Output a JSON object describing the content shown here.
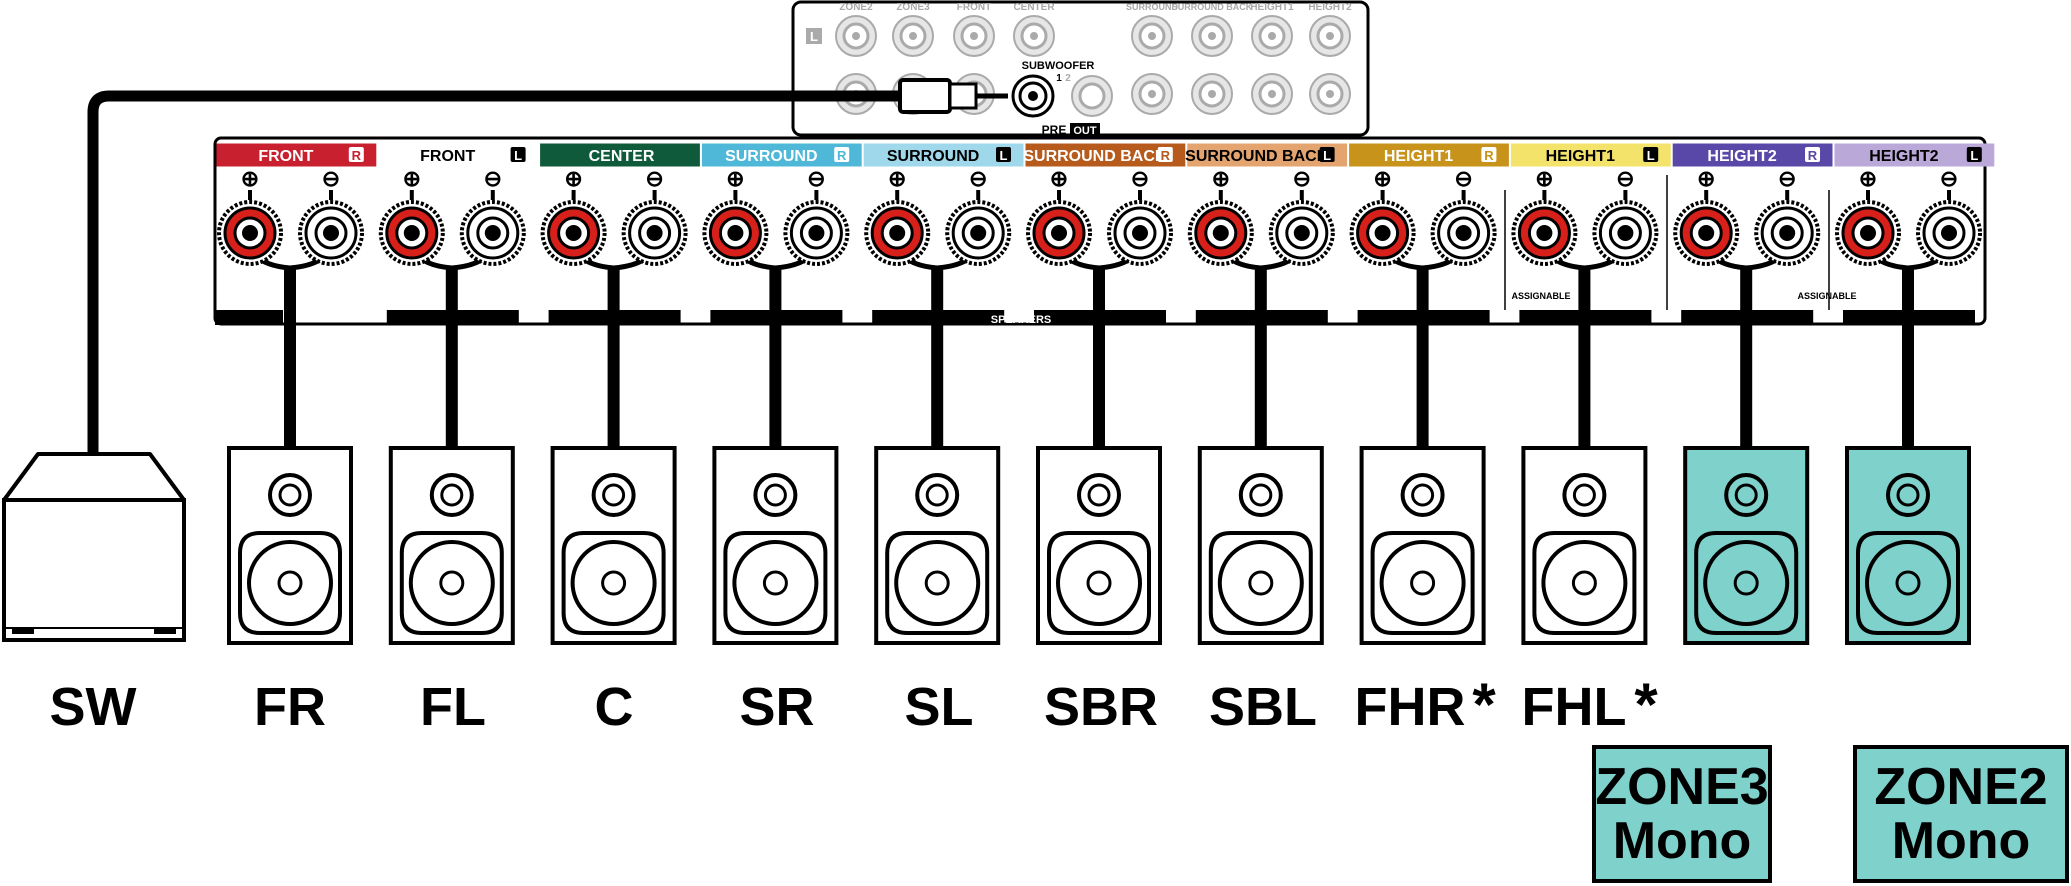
{
  "colors": {
    "zone_speaker_fill": "#7fd1cc",
    "terminal_positive": "#d8201b",
    "terminal_negative": "#ffffff"
  },
  "pre_out": {
    "top_labels": [
      "ZONE2",
      "ZONE3",
      "FRONT",
      "CENTER",
      "SURROUND",
      "SURROUND BACK",
      "HEIGHT1",
      "HEIGHT2"
    ],
    "left_channel_mark": "L",
    "subwoofer_label": "SUBWOOFER",
    "subwoofer_ports": [
      "1",
      "2"
    ],
    "section_label_pre": "PRE",
    "section_label_out": "OUT"
  },
  "terminals": {
    "section_label": "SPEAKERS",
    "assignable_label": "ASSIGNABLE",
    "positive_symbol": "⊕",
    "negative_symbol": "⊖",
    "channels": [
      {
        "label": "FRONT",
        "side": "R",
        "color": "#c8202f",
        "text_color": "#ffffff"
      },
      {
        "label": "FRONT",
        "side": "L",
        "color": "#ffffff",
        "text_color": "#000000"
      },
      {
        "label": "CENTER",
        "side": "",
        "color": "#0f5a3a",
        "text_color": "#ffffff"
      },
      {
        "label": "SURROUND",
        "side": "R",
        "color": "#4fb8d8",
        "text_color": "#ffffff"
      },
      {
        "label": "SURROUND",
        "side": "L",
        "color": "#9fd8ea",
        "text_color": "#000000"
      },
      {
        "label": "SURROUND BACK",
        "side": "R",
        "color": "#b65b1c",
        "text_color": "#ffffff"
      },
      {
        "label": "SURROUND BACK",
        "side": "L",
        "color": "#e3a46f",
        "text_color": "#000000"
      },
      {
        "label": "HEIGHT1",
        "side": "R",
        "color": "#c8931b",
        "text_color": "#ffffff"
      },
      {
        "label": "HEIGHT1",
        "side": "L",
        "color": "#f4e36a",
        "text_color": "#000000"
      },
      {
        "label": "HEIGHT2",
        "side": "R",
        "color": "#5a48a8",
        "text_color": "#ffffff"
      },
      {
        "label": "HEIGHT2",
        "side": "L",
        "color": "#b9a8d8",
        "text_color": "#000000"
      }
    ]
  },
  "speakers": [
    {
      "name": "SW",
      "asterisk": false,
      "zone": false
    },
    {
      "name": "FR",
      "asterisk": false,
      "zone": false
    },
    {
      "name": "FL",
      "asterisk": false,
      "zone": false
    },
    {
      "name": "C",
      "asterisk": false,
      "zone": false
    },
    {
      "name": "SR",
      "asterisk": false,
      "zone": false
    },
    {
      "name": "SL",
      "asterisk": false,
      "zone": false
    },
    {
      "name": "SBR",
      "asterisk": false,
      "zone": false
    },
    {
      "name": "SBL",
      "asterisk": false,
      "zone": false
    },
    {
      "name": "FHR",
      "asterisk": true,
      "zone": false
    },
    {
      "name": "FHL",
      "asterisk": true,
      "zone": false
    },
    {
      "name": "",
      "asterisk": false,
      "zone": true
    },
    {
      "name": "",
      "asterisk": false,
      "zone": true
    }
  ],
  "asterisk_symbol": "*",
  "zone_boxes": [
    {
      "line1": "ZONE3",
      "line2": "Mono"
    },
    {
      "line1": "ZONE2",
      "line2": "Mono"
    }
  ]
}
